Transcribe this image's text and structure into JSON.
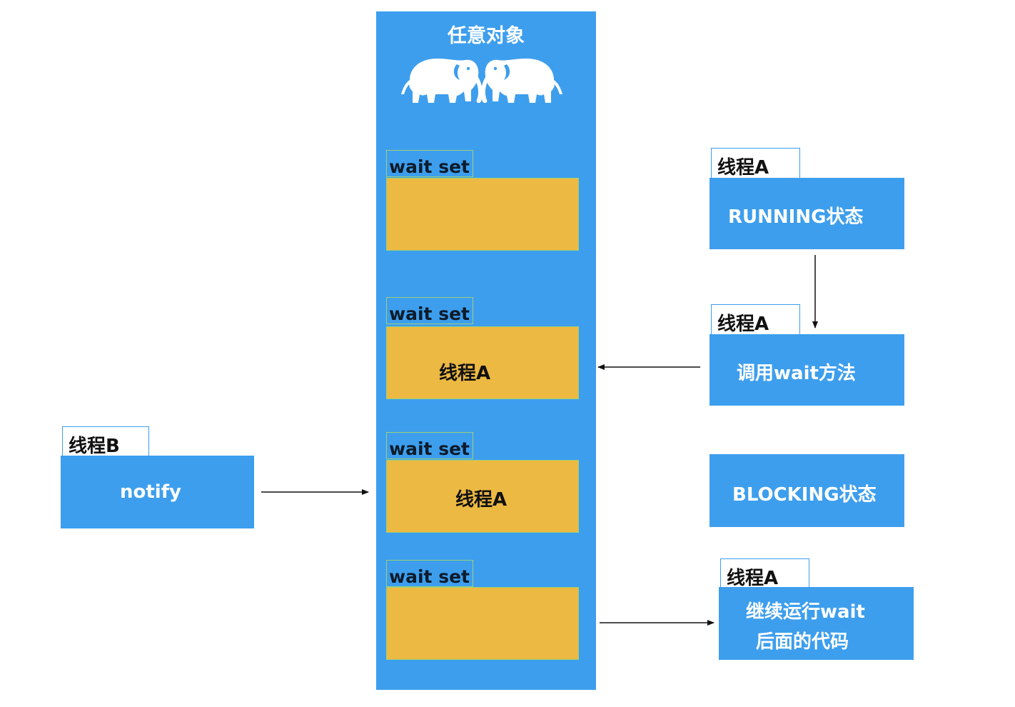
{
  "object": {
    "title": "任意对象",
    "icon": "elephants-icon"
  },
  "wait_sets": [
    {
      "label": "wait set",
      "content": ""
    },
    {
      "label": "wait set",
      "content": "线程A"
    },
    {
      "label": "wait set",
      "content": "线程A"
    },
    {
      "label": "wait set",
      "content": ""
    }
  ],
  "thread_a_running": {
    "tab": "线程A",
    "text": "RUNNING状态"
  },
  "thread_a_wait": {
    "tab": "线程A",
    "text": "调用wait方法"
  },
  "blocking": {
    "text": "BLOCKING状态"
  },
  "thread_a_continue": {
    "tab": "线程A",
    "line1": "继续运行wait",
    "line2": "后面的代码"
  },
  "thread_b": {
    "tab": "线程B",
    "text": "notify"
  },
  "colors": {
    "blue": "#3d9eed",
    "orange": "#ecb942",
    "border_green": "#9ad07a"
  }
}
